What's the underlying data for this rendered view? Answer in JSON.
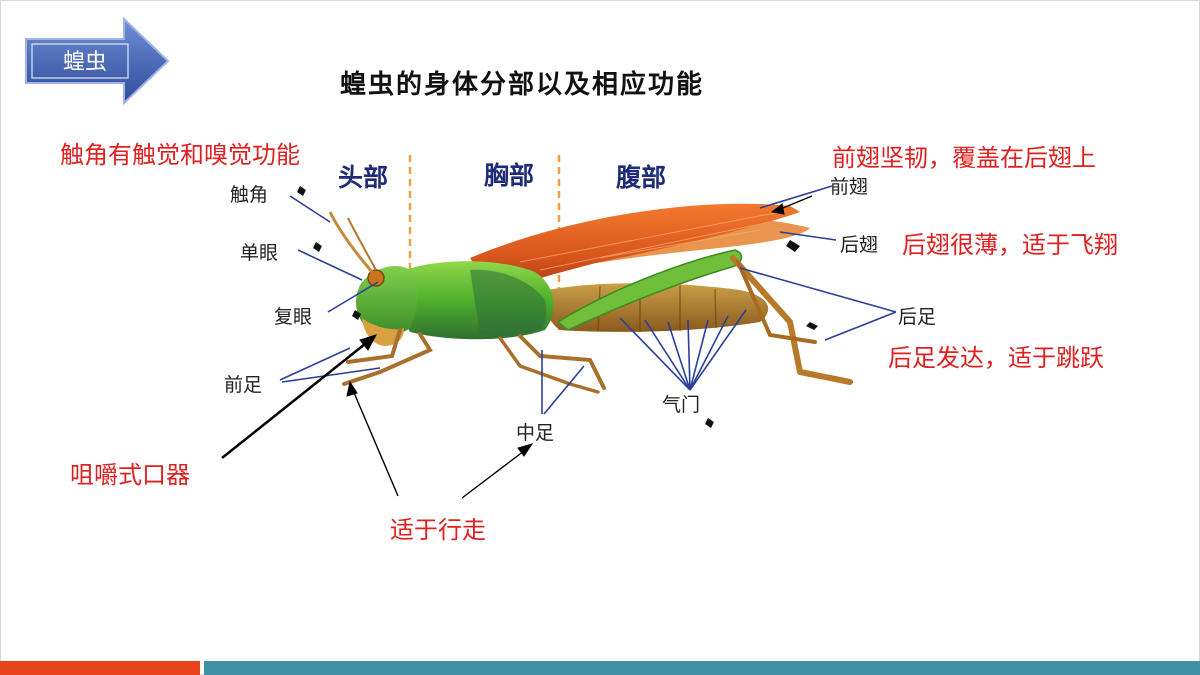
{
  "badge": {
    "label": "蝗虫"
  },
  "title": "蝗虫的身体分部以及相应功能",
  "sections": {
    "head": "头部",
    "thorax": "胸部",
    "abdomen": "腹部"
  },
  "parts": {
    "antenna": "触角",
    "ocellus": "单眼",
    "compound_eye": "复眼",
    "foreleg": "前足",
    "midleg": "中足",
    "spiracle": "气门",
    "forewing": "前翅",
    "hindwing": "后翅",
    "hindleg": "后足"
  },
  "functions": {
    "antenna": "触角有触觉和嗅觉功能",
    "mouthparts": "咀嚼式口器",
    "walking": "适于行走",
    "forewing": "前翅坚韧，覆盖在后翅上",
    "hindwing": "后翅很薄，适于飞翔",
    "hindleg": "后足发达，适于跳跃"
  },
  "colors": {
    "badge_fill": "#3f5ea8",
    "title_text": "#111111",
    "section_text": "#1f2a78",
    "function_text": "#e02020",
    "divider": "#f0a040",
    "footer_red": "#e8431c",
    "footer_teal": "#3f8fa6"
  }
}
